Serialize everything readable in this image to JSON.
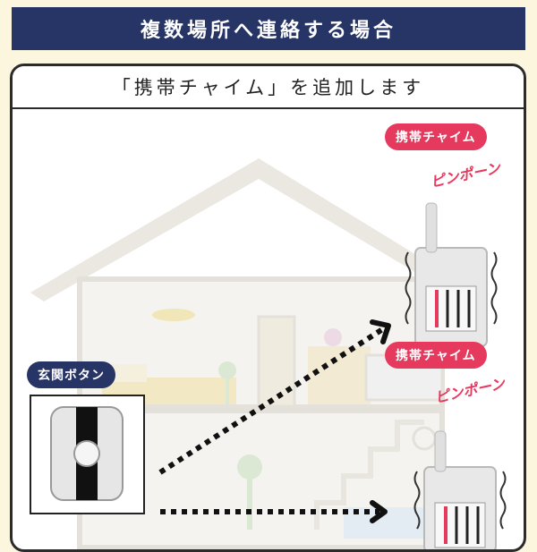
{
  "header": {
    "title": "複数場所へ連絡する場合"
  },
  "subtitle": "「携帯チャイム」を追加します",
  "labels": {
    "chime_top": "携帯チャイム",
    "chime_bottom": "携帯チャイム",
    "button": "玄関ボタン"
  },
  "sound_top": "ピンポーン",
  "sound_bottom": "ピンポーン",
  "colors": {
    "navy": "#263466",
    "pink": "#e6395e",
    "cream": "#fcf6df"
  }
}
